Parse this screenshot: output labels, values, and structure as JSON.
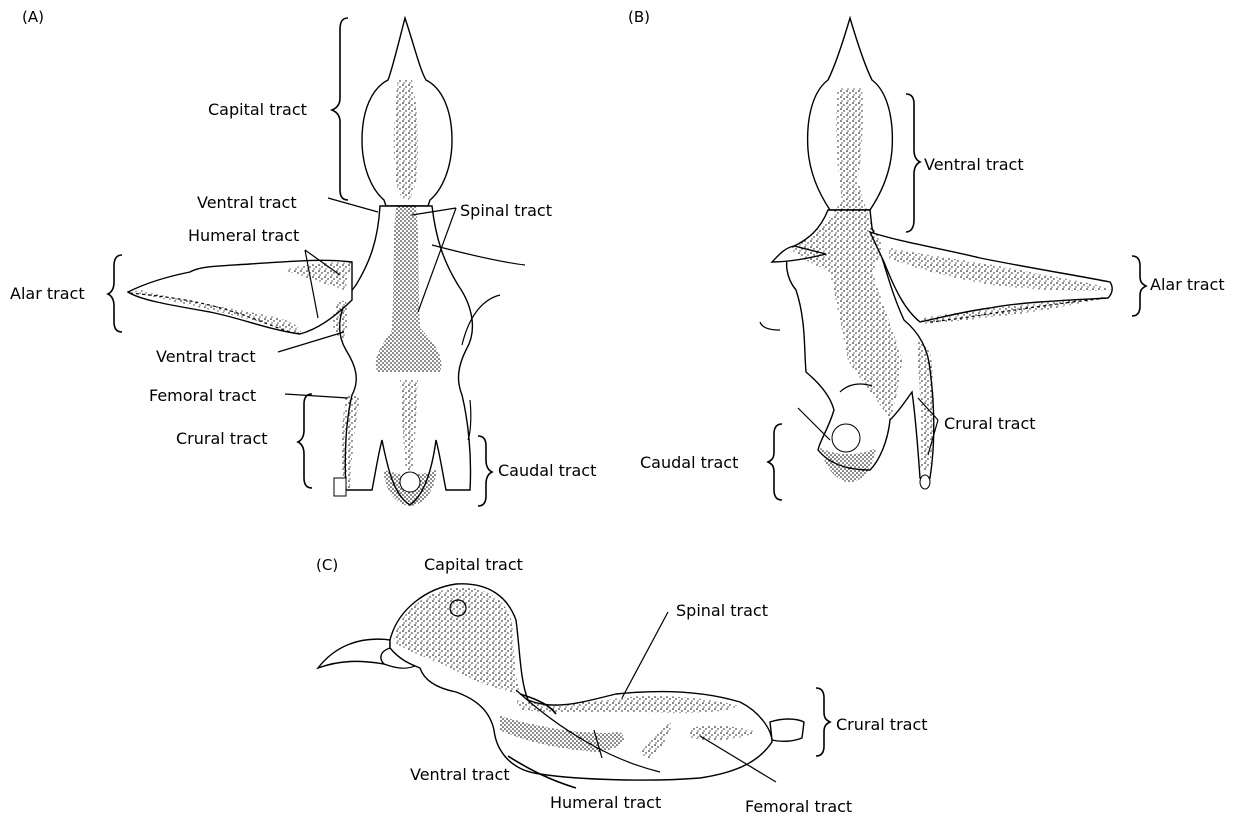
{
  "panels": {
    "a": {
      "tag": "(A)",
      "labels": {
        "capital": "Capital tract",
        "ventral_upper": "Ventral tract",
        "spinal": "Spinal tract",
        "humeral": "Humeral tract",
        "alar": "Alar tract",
        "ventral_lower": "Ventral tract",
        "femoral": "Femoral tract",
        "crural": "Crural tract",
        "caudal": "Caudal tract"
      }
    },
    "b": {
      "tag": "(B)",
      "labels": {
        "ventral": "Ventral tract",
        "alar": "Alar tract",
        "crural": "Crural tract",
        "caudal": "Caudal tract"
      }
    },
    "c": {
      "tag": "(C)",
      "labels": {
        "capital": "Capital tract",
        "spinal": "Spinal tract",
        "crural": "Crural tract",
        "ventral": "Ventral tract",
        "humeral": "Humeral tract",
        "femoral": "Femoral tract"
      }
    }
  },
  "colors": {
    "ink": "#000000",
    "background": "#ffffff"
  }
}
